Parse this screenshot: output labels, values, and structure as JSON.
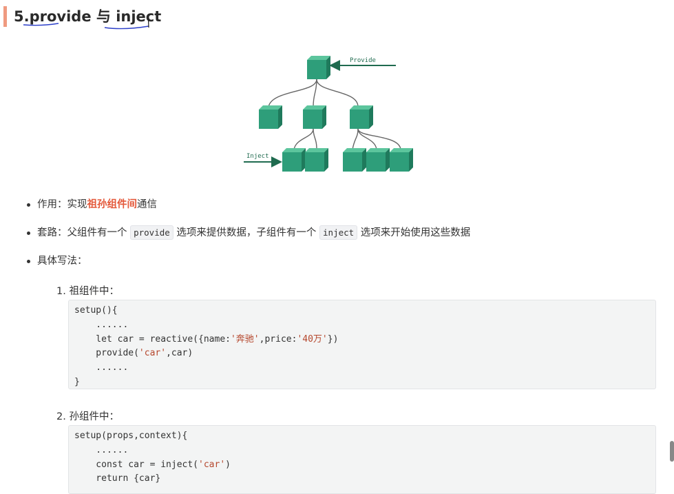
{
  "heading": {
    "text": "5.provide 与 inject"
  },
  "diagram": {
    "provide_label": "Provide",
    "inject_label": "Inject",
    "cube_color": "#2e9e7a",
    "arrow_color": "#1f6b4f"
  },
  "bullets": [
    {
      "prefix": "作用：实现",
      "highlight": "祖孙组件间",
      "suffix": "通信"
    },
    {
      "prefix": "套路：父组件有一个",
      "code1": "provide",
      "middle": "选项来提供数据，子组件有一个",
      "code2": "inject",
      "suffix": "选项来开始使用这些数据"
    },
    {
      "text": "具体写法："
    }
  ],
  "steps": [
    {
      "label": "1. 祖组件中：",
      "code": [
        "setup(){",
        "    ......",
        "    let car = reactive({name:'奔驰',price:'40万'})",
        "    provide('car',car)",
        "    ......",
        "}"
      ]
    },
    {
      "label": "2. 孙组件中：",
      "code": [
        "setup(props,context){",
        "    ......",
        "    const car = inject('car')",
        "    return {car}"
      ]
    }
  ]
}
